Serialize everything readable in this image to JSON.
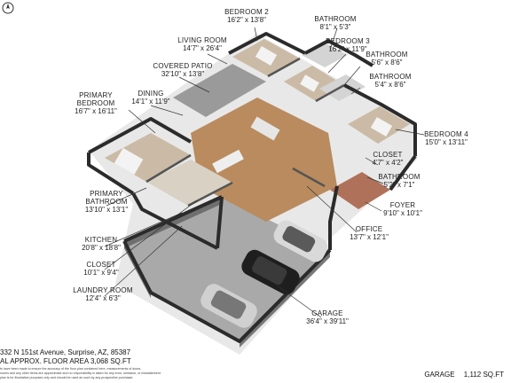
{
  "rooms": [
    {
      "name": "BEDROOM 2",
      "dims": "16'2\" x 13'8\""
    },
    {
      "name": "BATHROOM",
      "dims": "8'1\" x 5'3\""
    },
    {
      "name": "LIVING ROOM",
      "dims": "14'7\" x 26'4\""
    },
    {
      "name": "BEDROOM 3",
      "dims": "16'2\" x 11'9\""
    },
    {
      "name": "COVERED PATIO",
      "dims": "32'10\" x 13'8\""
    },
    {
      "name": "BATHROOM",
      "dims": "5'6\" x 8'6\""
    },
    {
      "name": "BATHROOM",
      "dims": "5'4\" x 8'6\""
    },
    {
      "name": "DINING",
      "dims": "14'1\" x 11'9\""
    },
    {
      "name": "PRIMARY BEDROOM",
      "dims": "16'7\" x 16'11\""
    },
    {
      "name": "BEDROOM 4",
      "dims": "15'0\" x 13'11\""
    },
    {
      "name": "CLOSET",
      "dims": "4'7\" x 4'2\""
    },
    {
      "name": "BATHROOM",
      "dims": "5'2\" x 7'1\""
    },
    {
      "name": "PRIMARY BATHROOM",
      "dims": "13'10\" x 13'1\""
    },
    {
      "name": "FOYER",
      "dims": "9'10\" x 10'1\""
    },
    {
      "name": "OFFICE",
      "dims": "13'7\" x 12'1\""
    },
    {
      "name": "KITCHEN",
      "dims": "20'8\" x 18'8\""
    },
    {
      "name": "CLOSET",
      "dims": "10'1\" x 9'4\""
    },
    {
      "name": "LAUNDRY ROOM",
      "dims": "12'4\" x 6'3\""
    },
    {
      "name": "GARAGE",
      "dims": "36'4\" x 39'11\""
    }
  ],
  "footer": {
    "address": "332 N 151st Avenue, Surprise, AZ, 85387",
    "area": "AL APPROX. FLOOR AREA 3,068 SQ.FT",
    "disclaimer1": "ts have been made to ensure the accuracy of the floor plan contained here, measurements of doors,",
    "disclaimer2": "rooms and any other items are approximate and no responsibility is taken for any error, omission, or misstatement.",
    "disclaimer3": "plan is for illustrative purposes only and should be used as such by any prospective purchaser.",
    "garage_label": "GARAGE",
    "garage_area": "1,112 SQ.FT"
  },
  "colors": {
    "wall_top": "#2b2b2b",
    "wall_side": "#8d8d8d",
    "floor_wood": "#b98b5e",
    "floor_carpet": "#cbbba6",
    "floor_tile": "#c9c9c9",
    "concrete": "#a7a7a7",
    "patio_brick": "#b0715a"
  }
}
